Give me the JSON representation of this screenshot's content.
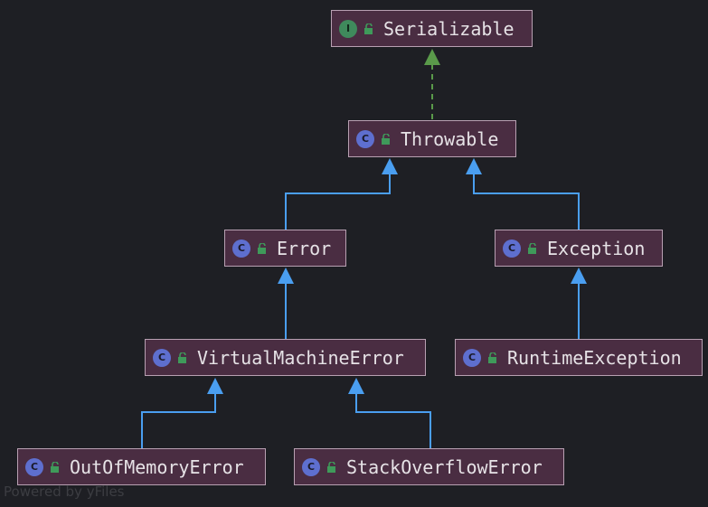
{
  "nodes": [
    {
      "id": "serializable",
      "label": "Serializable",
      "kind": "I"
    },
    {
      "id": "throwable",
      "label": "Throwable",
      "kind": "C"
    },
    {
      "id": "error",
      "label": "Error",
      "kind": "C"
    },
    {
      "id": "exception",
      "label": "Exception",
      "kind": "C"
    },
    {
      "id": "virtualmachineerror",
      "label": "VirtualMachineError",
      "kind": "C"
    },
    {
      "id": "runtimeexception",
      "label": "RuntimeException",
      "kind": "C"
    },
    {
      "id": "outofmemoryerror",
      "label": "OutOfMemoryError",
      "kind": "C"
    },
    {
      "id": "stackoverflowerror",
      "label": "StackOverflowError",
      "kind": "C"
    }
  ],
  "edges": [
    {
      "from": "throwable",
      "to": "serializable",
      "type": "implements"
    },
    {
      "from": "error",
      "to": "throwable",
      "type": "extends"
    },
    {
      "from": "exception",
      "to": "throwable",
      "type": "extends"
    },
    {
      "from": "virtualmachineerror",
      "to": "error",
      "type": "extends"
    },
    {
      "from": "runtimeexception",
      "to": "exception",
      "type": "extends"
    },
    {
      "from": "outofmemoryerror",
      "to": "virtualmachineerror",
      "type": "extends"
    },
    {
      "from": "stackoverflowerror",
      "to": "virtualmachineerror",
      "type": "extends"
    }
  ],
  "colors": {
    "extends_edge": "#4a9ef0",
    "implements_edge": "#5a9a4a",
    "node_fill": "#4a2d42",
    "node_border": "#b8a0b2",
    "class_badge": "#5e6fcf",
    "interface_badge": "#3f8a5c"
  },
  "watermark": "Powered by yFiles"
}
